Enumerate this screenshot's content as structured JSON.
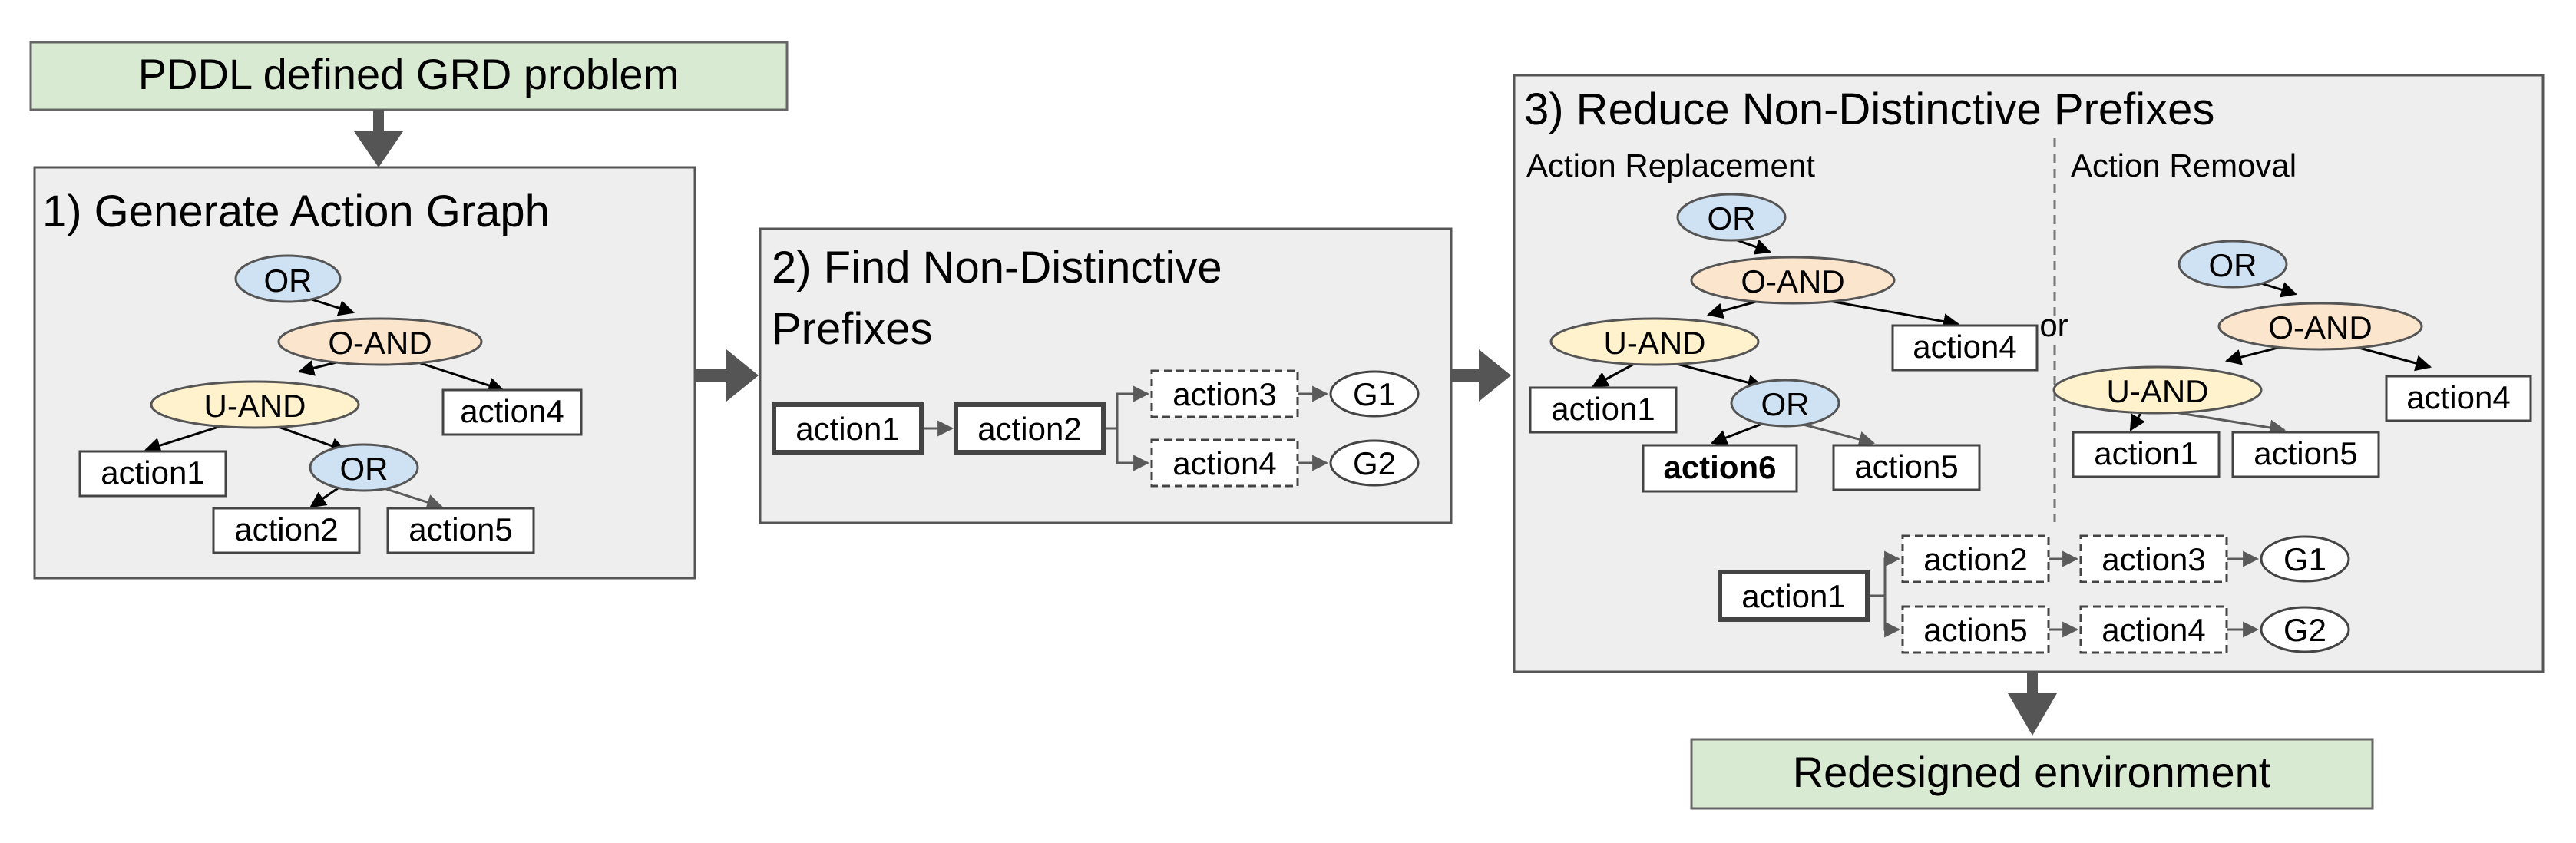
{
  "colors": {
    "io_fill": "#d9ead3",
    "panel_fill": "#eeeeee",
    "or_fill": "#cfe2f3",
    "oand_fill": "#fce5cd",
    "uand_fill": "#fff2cc",
    "stroke": "#444444",
    "arrow_gray": "#5a5a5a",
    "arrow_black": "#000000"
  },
  "input_box": {
    "label": "PDDL defined GRD problem"
  },
  "output_box": {
    "label": "Redesigned environment"
  },
  "step1": {
    "title": "1) Generate Action Graph",
    "nodes": {
      "or_top": "OR",
      "o_and": "O-AND",
      "u_and": "U-AND",
      "action4": "action4",
      "action1": "action1",
      "or_mid": "OR",
      "action2": "action2",
      "action5": "action5"
    }
  },
  "step2": {
    "title_line1": "2) Find Non-Distinctive",
    "title_line2": "Prefixes",
    "nodes": {
      "action1": "action1",
      "action2": "action2",
      "action3": "action3",
      "action4": "action4",
      "g1": "G1",
      "g2": "G2"
    }
  },
  "step3": {
    "title": "3) Reduce Non-Distinctive Prefixes",
    "replacement": {
      "label": "Action Replacement",
      "nodes": {
        "or_top": "OR",
        "o_and": "O-AND",
        "u_and": "U-AND",
        "action4": "action4",
        "action1": "action1",
        "or_mid": "OR",
        "action6": "action6",
        "action5": "action5"
      }
    },
    "or_separator": "or",
    "removal": {
      "label": "Action Removal",
      "nodes": {
        "or_top": "OR",
        "o_and": "O-AND",
        "u_and": "U-AND",
        "action4": "action4",
        "action1": "action1",
        "action5": "action5"
      }
    },
    "result": {
      "nodes": {
        "action1": "action1",
        "action2": "action2",
        "action5": "action5",
        "action3": "action3",
        "action4": "action4",
        "g1": "G1",
        "g2": "G2"
      }
    }
  }
}
